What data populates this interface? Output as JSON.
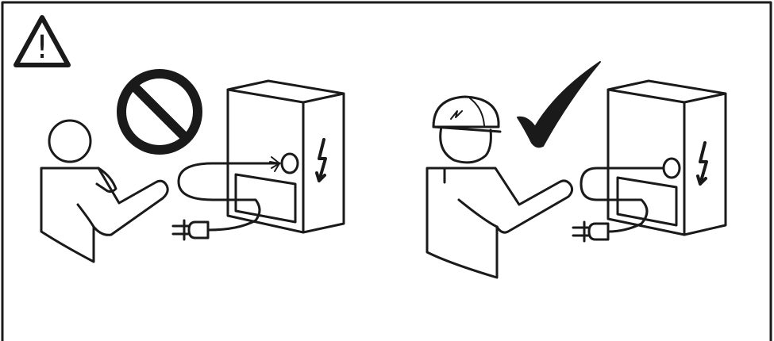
{
  "panel": {
    "warning_symbol": "warning-triangle-icon",
    "warning_glyph": "!",
    "scenes": [
      {
        "name": "unqualified-person-scene",
        "verdict": "prohibited",
        "verdict_icon": "prohibition-icon",
        "hazard_icon": "high-voltage-icon"
      },
      {
        "name": "qualified-electrician-scene",
        "verdict": "permitted",
        "verdict_icon": "checkmark-icon",
        "hazard_icon": "high-voltage-icon"
      }
    ],
    "colors": {
      "line": "#1a1a1a",
      "background": "#ffffff"
    }
  }
}
